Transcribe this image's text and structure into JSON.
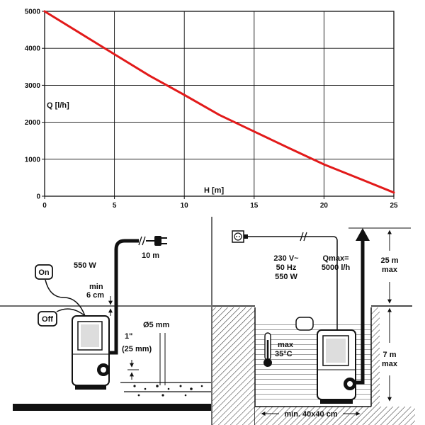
{
  "chart_data": {
    "type": "line",
    "title": "",
    "xlabel": "H [m]",
    "ylabel": "Q [l/h]",
    "xlim": [
      0,
      25
    ],
    "ylim": [
      0,
      5000
    ],
    "x_ticks": [
      "0",
      "5",
      "10",
      "15",
      "20",
      "25"
    ],
    "y_ticks": [
      "0",
      "1000",
      "2000",
      "3000",
      "4000",
      "5000"
    ],
    "grid": true,
    "series": [
      {
        "color": "#e21a1a",
        "x": [
          0,
          2.5,
          5,
          7.5,
          10,
          12.5,
          15,
          17.5,
          20,
          22.5,
          25
        ],
        "y": [
          5000,
          4420,
          3840,
          3260,
          2740,
          2200,
          1750,
          1300,
          860,
          480,
          100
        ]
      }
    ]
  },
  "diagram": {
    "left": {
      "power_label": "550 W",
      "cable_label": "10 m",
      "on_label": "On",
      "off_label": "Off",
      "min_label_1": "min",
      "min_label_2": "6 cm",
      "inch_label_1": "1\"",
      "inch_label_2": "(25 mm)",
      "diameter_label": "Ø5 mm"
    },
    "right": {
      "volt_label": "230 V~",
      "hz_label": "50 Hz",
      "watt_label": "550 W",
      "qmax_label_1": "Qmax=",
      "qmax_label_2": "5000 l/h",
      "height_label_1": "25 m",
      "height_label_2": "max",
      "depth_label_1": "7 m",
      "depth_label_2": "max",
      "temp_label_1": "max",
      "temp_label_2": "35°C",
      "size_label": "min. 40x40 cm"
    }
  }
}
